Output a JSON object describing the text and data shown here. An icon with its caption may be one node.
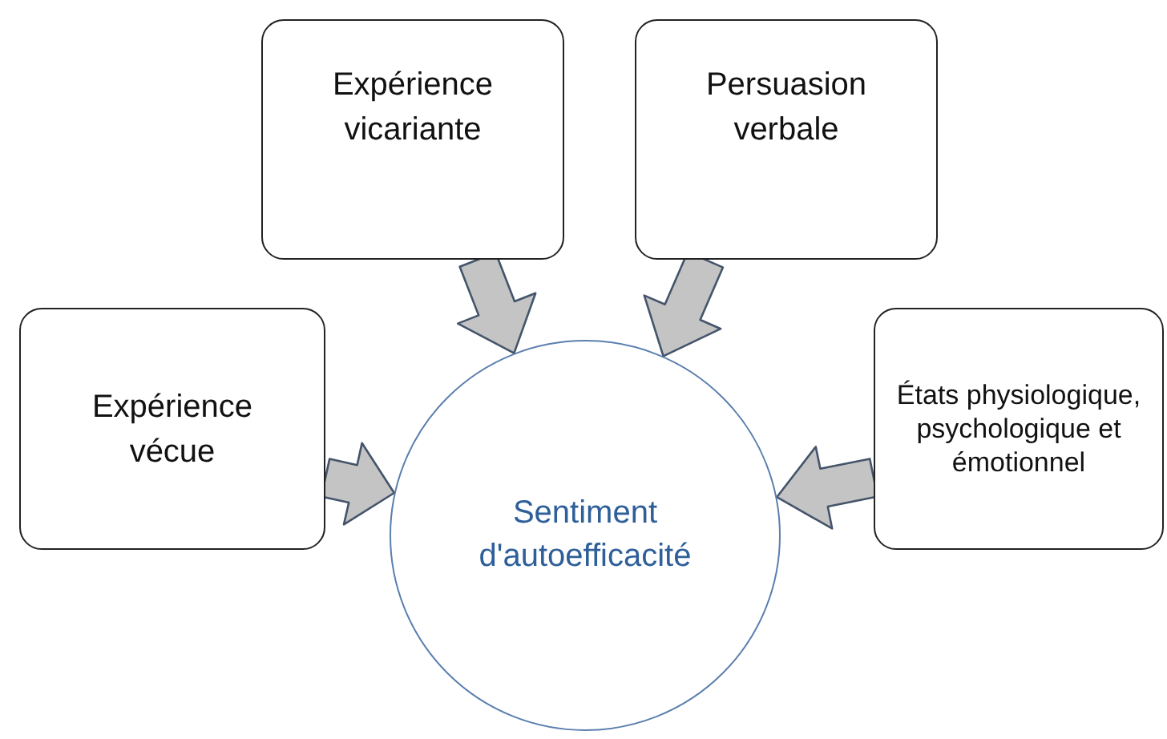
{
  "diagram": {
    "nodes": [
      {
        "text": [
          "Expérience vécue"
        ]
      },
      {
        "text": [
          "Expérience vicariante"
        ]
      },
      {
        "text": [
          "Persuasion verbale"
        ]
      },
      {
        "text": [
          "États physiologique, psychologique et émotionnel"
        ]
      },
      {
        "text": [
          "Sentiment d'autoefficacité"
        ]
      }
    ],
    "edges": [
      {
        "from": 0,
        "to": 4,
        "arrow": "to",
        "style": "thick"
      },
      {
        "from": 1,
        "to": 4,
        "arrow": "to",
        "style": "thick"
      },
      {
        "from": 2,
        "to": 4,
        "arrow": "to",
        "style": "thick"
      },
      {
        "from": 3,
        "to": 4,
        "arrow": "to",
        "style": "thick"
      }
    ]
  }
}
